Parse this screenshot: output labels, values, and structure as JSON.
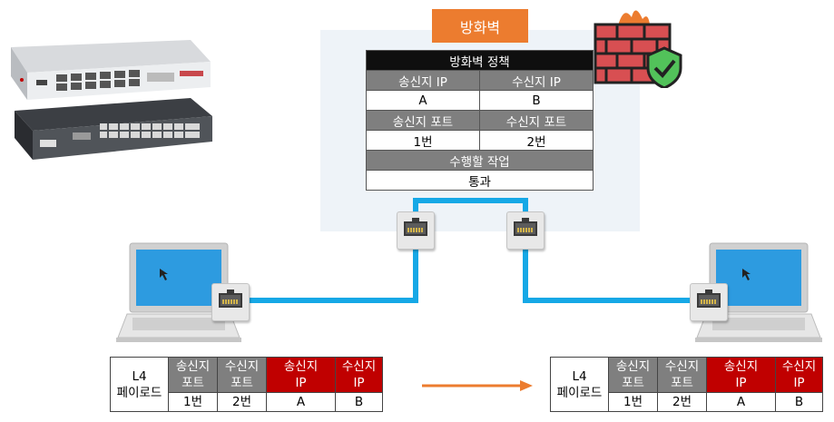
{
  "firewall": {
    "title": "방화벽",
    "policy": {
      "header": "방화벽 정책",
      "src_ip_label": "송신지 IP",
      "dst_ip_label": "수신지 IP",
      "src_ip": "A",
      "dst_ip": "B",
      "src_port_label": "송신지 포트",
      "dst_port_label": "수신지 포트",
      "src_port": "1번",
      "dst_port": "2번",
      "action_label": "수행할 작업",
      "action": "통과"
    }
  },
  "packet_left": {
    "payload_line1": "L4",
    "payload_line2": "페이로드",
    "src_port_line1": "송신지",
    "src_port_line2": "포트",
    "dst_port_line1": "수신지",
    "dst_port_line2": "포트",
    "src_ip_line1": "송신지",
    "src_ip_line2": "IP",
    "dst_ip_line1": "수신지",
    "dst_ip_line2": "IP",
    "src_port": "1번",
    "dst_port": "2번",
    "src_ip": "A",
    "dst_ip": "B"
  },
  "packet_right": {
    "payload_line1": "L4",
    "payload_line2": "페이로드",
    "src_port_line1": "송신지",
    "src_port_line2": "포트",
    "dst_port_line1": "수신지",
    "dst_port_line2": "포트",
    "src_ip_line1": "송신지",
    "src_ip_line2": "IP",
    "dst_ip_line1": "수신지",
    "dst_ip_line2": "IP",
    "src_port": "1번",
    "dst_port": "2번",
    "src_ip": "A",
    "dst_ip": "B"
  },
  "colors": {
    "accent_orange": "#ec7c2f",
    "cable_blue": "#16a8e6",
    "ip_header_red": "#c00000",
    "port_header_gray": "#7f7f7f"
  },
  "icons": [
    "paloalto-firewall-appliance",
    "sonicwall-firewall-appliance",
    "firewall-shield-icon",
    "laptop-icon",
    "ethernet-port-icon",
    "arrow-right-icon"
  ]
}
